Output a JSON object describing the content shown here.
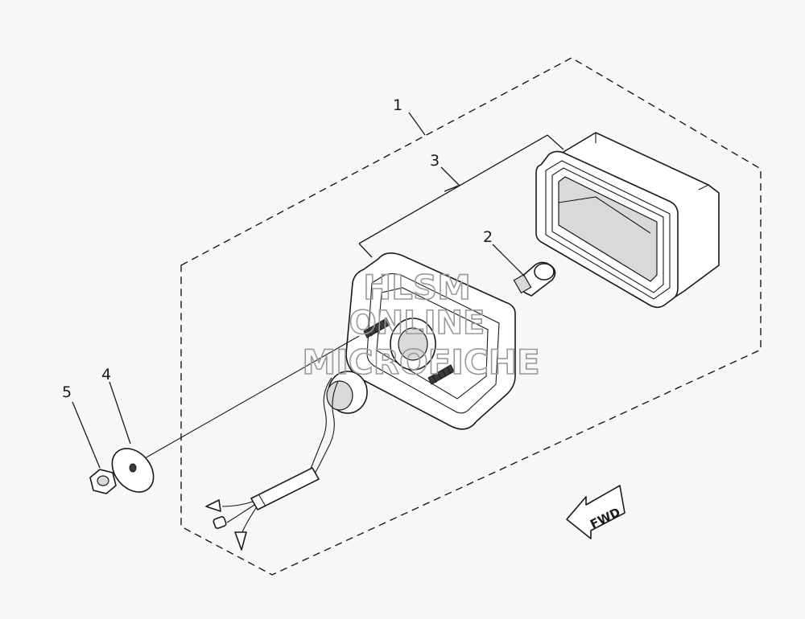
{
  "callouts": [
    {
      "number": "1",
      "part": "tail-light-assembly"
    },
    {
      "number": "2",
      "part": "bulb"
    },
    {
      "number": "3",
      "part": "lens-and-housing"
    },
    {
      "number": "4",
      "part": "washer"
    },
    {
      "number": "5",
      "part": "nut"
    }
  ],
  "direction_label": "FWD",
  "watermark": {
    "line1": "HLSM",
    "line2": "ONLINE",
    "line3": "MICROFICHE"
  }
}
